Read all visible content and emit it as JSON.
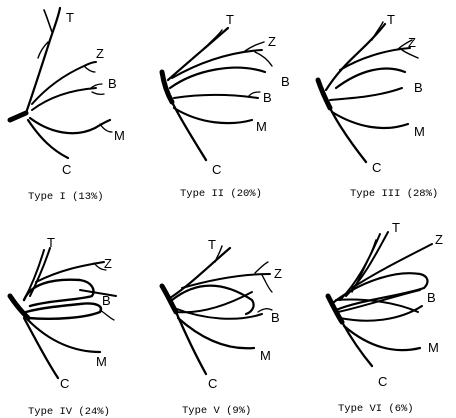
{
  "panels": [
    {
      "id": "type-1",
      "caption": "Type I (13%)",
      "labels": {
        "T": "T",
        "Z": "Z",
        "B": "B",
        "M": "M",
        "C": "C"
      }
    },
    {
      "id": "type-2",
      "caption": "Type II (20%)",
      "labels": {
        "T": "T",
        "Z": "Z",
        "B": "B",
        "M": "M",
        "C": "C"
      }
    },
    {
      "id": "type-3",
      "caption": "Type III (28%)",
      "labels": {
        "T": "T",
        "Z": "Z",
        "B": "B",
        "M": "M",
        "C": "C"
      }
    },
    {
      "id": "type-4",
      "caption": "Type IV (24%)",
      "labels": {
        "T": "T",
        "Z": "Z",
        "B": "B",
        "M": "M",
        "C": "C"
      }
    },
    {
      "id": "type-5",
      "caption": "Type V (9%)",
      "labels": {
        "T": "T",
        "Z": "Z",
        "B": "B",
        "M": "M",
        "C": "C"
      }
    },
    {
      "id": "type-6",
      "caption": "Type VI (6%)",
      "labels": {
        "T": "T",
        "Z": "Z",
        "B": "B",
        "M": "M",
        "C": "C"
      }
    }
  ]
}
